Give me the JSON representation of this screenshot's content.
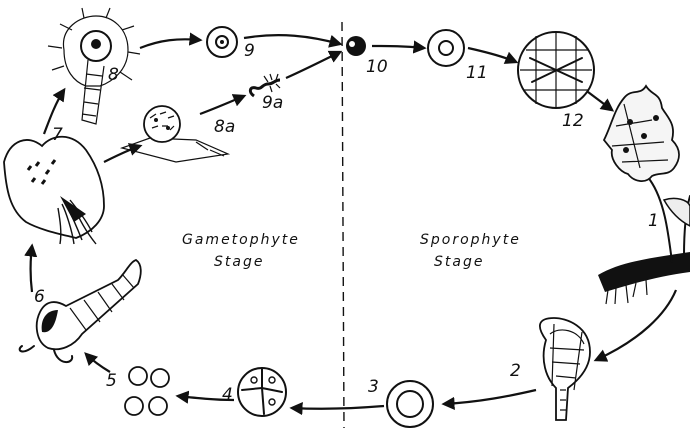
{
  "labels": {
    "gametophyte_line1": "Gametophyte",
    "gametophyte_line2": "Stage",
    "sporophyte_line1": "Sporophyte",
    "sporophyte_line2": "Stage"
  },
  "stage_numbers": {
    "n1": "1",
    "n2": "2",
    "n3": "3",
    "n4": "4",
    "n5": "5",
    "n6": "6",
    "n7": "7",
    "n8": "8",
    "n8a": "8a",
    "n9": "9",
    "n9a": "9a",
    "n10": "10",
    "n11": "11",
    "n12": "12"
  },
  "colors": {
    "ink": "#111111",
    "background": "#ffffff"
  }
}
